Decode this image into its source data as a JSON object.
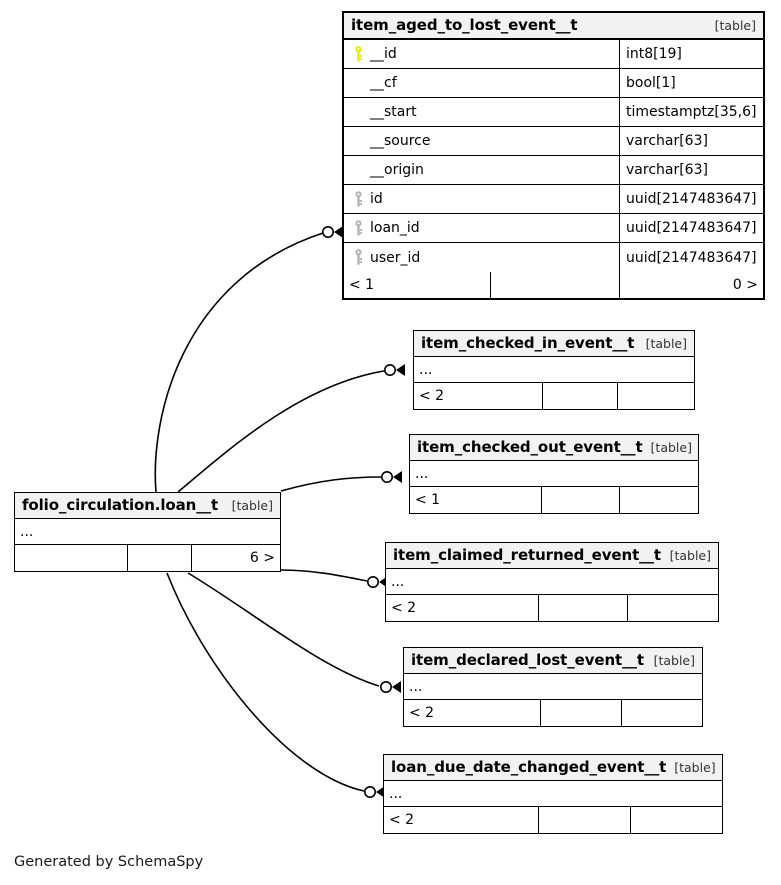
{
  "meta": {
    "generator_credit": "Generated by SchemaSpy",
    "kind_suffix": "[table]",
    "ellipsis": "...",
    "colors": {
      "primary_key": "#e8e800",
      "foreign_key": "#b3b3b3",
      "header_fill": "#f2f2f2",
      "border": "#000000",
      "background": "#ffffff"
    }
  },
  "main_table": {
    "name": "item_aged_to_lost_event__t",
    "kind": "[table]",
    "columns": [
      {
        "key": "primary-key",
        "name": "__id",
        "type": "int8[19]"
      },
      {
        "key": "none",
        "name": "__cf",
        "type": "bool[1]"
      },
      {
        "key": "none",
        "name": "__start",
        "type": "timestamptz[35,6]"
      },
      {
        "key": "none",
        "name": "__source",
        "type": "varchar[63]"
      },
      {
        "key": "none",
        "name": "__origin",
        "type": "varchar[63]"
      },
      {
        "key": "foreign-key",
        "name": "id",
        "type": "uuid[2147483647]"
      },
      {
        "key": "foreign-key",
        "name": "loan_id",
        "type": "uuid[2147483647]"
      },
      {
        "key": "foreign-key",
        "name": "user_id",
        "type": "uuid[2147483647]"
      }
    ],
    "footer": {
      "left": "< 1",
      "middle": "",
      "right": "0 >"
    }
  },
  "focus_table": {
    "name": "folio_circulation.loan__t",
    "kind": "[table]",
    "ellipsis": "...",
    "footer": {
      "left": "",
      "middle": "",
      "right": "6 >"
    }
  },
  "related_tables": [
    {
      "name": "item_checked_in_event__t",
      "kind": "[table]",
      "ellipsis": "...",
      "footer": {
        "left": "< 2",
        "middle": "",
        "right": ""
      }
    },
    {
      "name": "item_checked_out_event__t",
      "kind": "[table]",
      "ellipsis": "...",
      "footer": {
        "left": "< 1",
        "middle": "",
        "right": ""
      }
    },
    {
      "name": "item_claimed_returned_event__t",
      "kind": "[table]",
      "ellipsis": "...",
      "footer": {
        "left": "< 2",
        "middle": "",
        "right": ""
      }
    },
    {
      "name": "item_declared_lost_event__t",
      "kind": "[table]",
      "ellipsis": "...",
      "footer": {
        "left": "< 2",
        "middle": "",
        "right": ""
      }
    },
    {
      "name": "loan_due_date_changed_event__t",
      "kind": "[table]",
      "ellipsis": "...",
      "footer": {
        "left": "< 2",
        "middle": "",
        "right": ""
      }
    }
  ],
  "relationships": [
    {
      "from": "folio_circulation.loan__t",
      "to": "item_aged_to_lost_event__t",
      "notation": "zero-or-many"
    },
    {
      "from": "folio_circulation.loan__t",
      "to": "item_checked_in_event__t",
      "notation": "zero-or-many"
    },
    {
      "from": "folio_circulation.loan__t",
      "to": "item_checked_out_event__t",
      "notation": "zero-or-many"
    },
    {
      "from": "folio_circulation.loan__t",
      "to": "item_claimed_returned_event__t",
      "notation": "zero-or-many"
    },
    {
      "from": "folio_circulation.loan__t",
      "to": "item_declared_lost_event__t",
      "notation": "zero-or-many"
    },
    {
      "from": "folio_circulation.loan__t",
      "to": "loan_due_date_changed_event__t",
      "notation": "zero-or-many"
    }
  ]
}
